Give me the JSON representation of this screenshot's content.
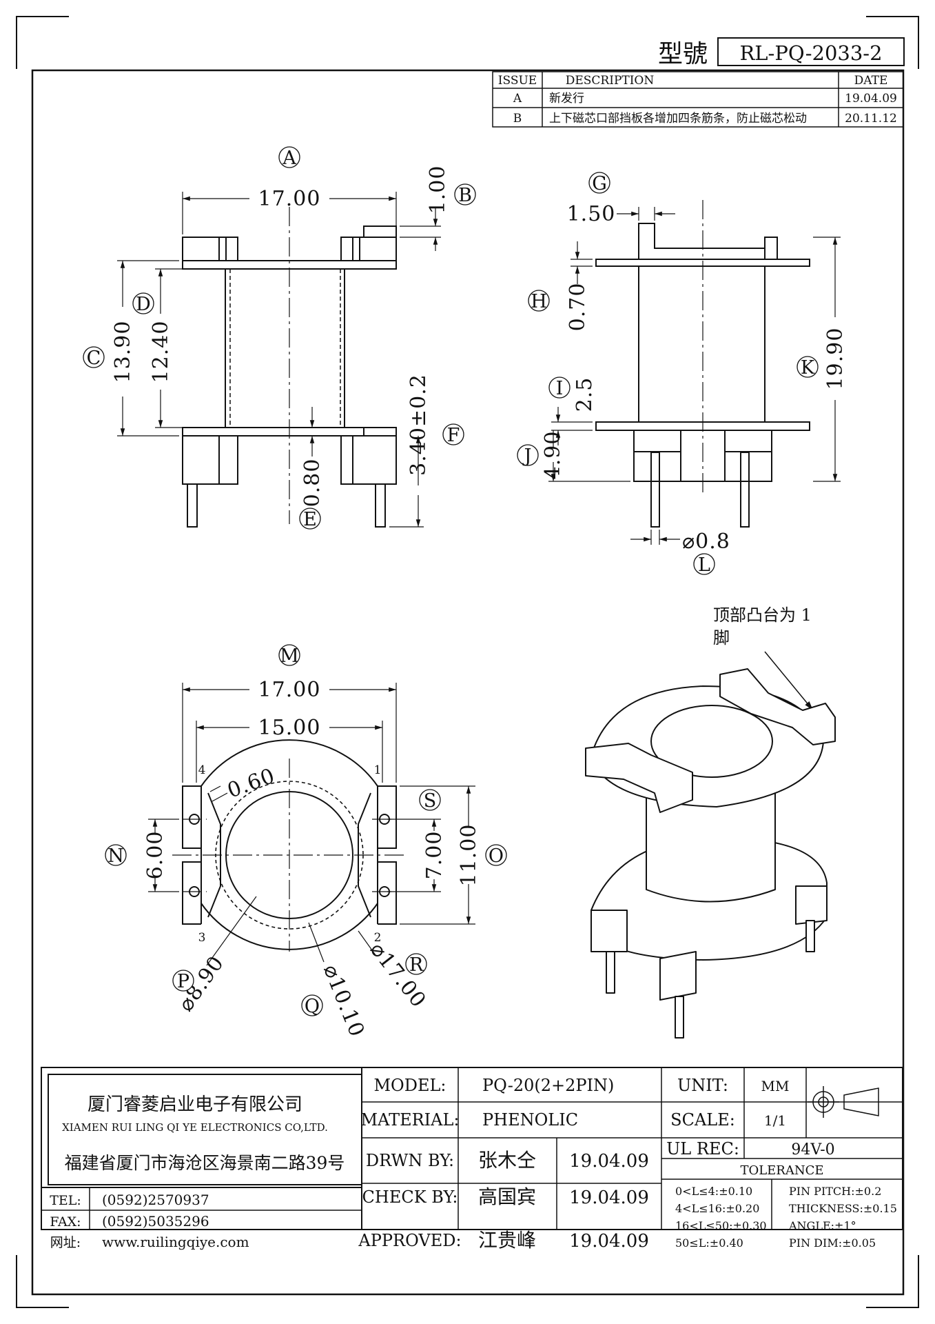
{
  "model_id": {
    "label": "型號",
    "value": "RL-PQ-2033-2"
  },
  "revisions": {
    "headers": {
      "issue": "ISSUE",
      "description": "DESCRIPTION",
      "date": "DATE"
    },
    "rows": [
      {
        "issue": "A",
        "description": "新发行",
        "date": "19.04.09"
      },
      {
        "issue": "B",
        "description": "上下磁芯口部挡板各增加四条筋条，防止磁芯松动",
        "date": "20.11.12"
      }
    ]
  },
  "dimensions": {
    "a": "17.00",
    "b": "1.00",
    "c": "13.90",
    "d": "12.40",
    "e": "0.80",
    "f": "3.40±0.2",
    "g": "1.50",
    "h": "0.70",
    "i": "2.5",
    "j": "4.90",
    "k": "19.90",
    "l": "⌀0.8",
    "m1": "17.00",
    "m2": "15.00",
    "m3": "0.60",
    "n": "6.00",
    "s": "7.00",
    "o": "11.00",
    "p": "⌀8.90",
    "q": "⌀10.10",
    "r": "⌀17.00"
  },
  "callouts": {
    "a": "A",
    "b": "B",
    "c": "C",
    "d": "D",
    "e": "E",
    "f": "F",
    "g": "G",
    "h": "H",
    "i": "I",
    "j": "J",
    "k": "K",
    "l": "L",
    "m": "M",
    "n": "N",
    "o": "O",
    "p": "P",
    "q": "Q",
    "r": "R",
    "s": "S"
  },
  "pin_numbers": {
    "p1": "1",
    "p2": "2",
    "p3": "3",
    "p4": "4"
  },
  "iso_note": {
    "line1": "顶部凸台为 1",
    "line2": "脚"
  },
  "company": {
    "name_cn": "厦门睿菱启业电子有限公司",
    "name_en": "XIAMEN RUI LING QI YE ELECTRONICS CO,LTD.",
    "address": "福建省厦门市海沧区海景南二路39号",
    "tel_label": "TEL:",
    "tel": "(0592)2570937",
    "fax_label": "FAX:",
    "fax": "(0592)5035296",
    "web_label": "网址:",
    "web": "www.ruilingqiye.com"
  },
  "titleblock": {
    "model_label": "MODEL:",
    "model": "PQ-20(2+2PIN)",
    "material_label": "MATERIAL:",
    "material": "PHENOLIC",
    "drawn_label": "DRWN BY:",
    "drawn_name": "张木仝",
    "drawn_date": "19.04.09",
    "check_label": "CHECK BY:",
    "check_name": "高国宾",
    "check_date": "19.04.09",
    "approved_label": "APPROVED:",
    "approved_name": "江贵峰",
    "approved_date": "19.04.09",
    "unit_label": "UNIT:",
    "unit": "MM",
    "scale_label": "SCALE:",
    "scale": "1/1",
    "ul_label": "UL REC:",
    "ul": "94V-0",
    "tolerance_title": "TOLERANCE",
    "tolerances": [
      "0<L≤4:±0.10",
      "4<L≤16:±0.20",
      "16<L≤50:±0.30",
      "50≤L:±0.40"
    ],
    "pin_tolerances": [
      "PIN PITCH:±0.2",
      "THICKNESS:±0.15",
      "ANGLE:±1°",
      "PIN DIM:±0.05"
    ]
  }
}
